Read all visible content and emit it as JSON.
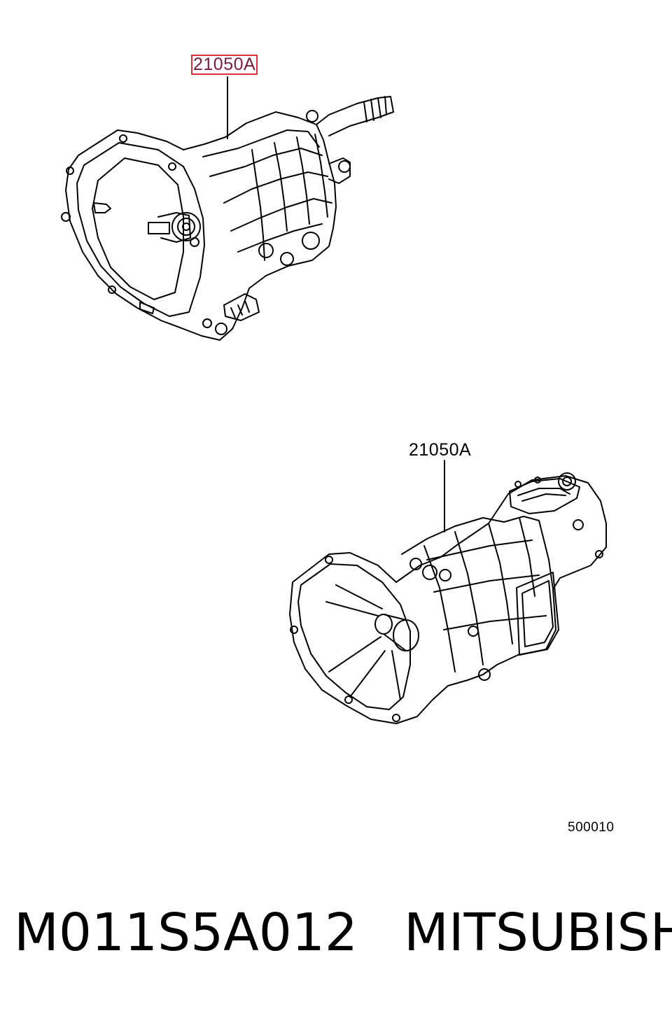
{
  "callouts": [
    {
      "label": "21050A",
      "highlighted": true
    },
    {
      "label": "21050A",
      "highlighted": false
    }
  ],
  "figure_code": "500010",
  "footer": {
    "part_number": "M011S5A012",
    "brand": "MITSUBISHI"
  },
  "colors": {
    "line": "#000000",
    "highlight_border": "#e0303a",
    "highlight_text": "#7a1f3a"
  }
}
